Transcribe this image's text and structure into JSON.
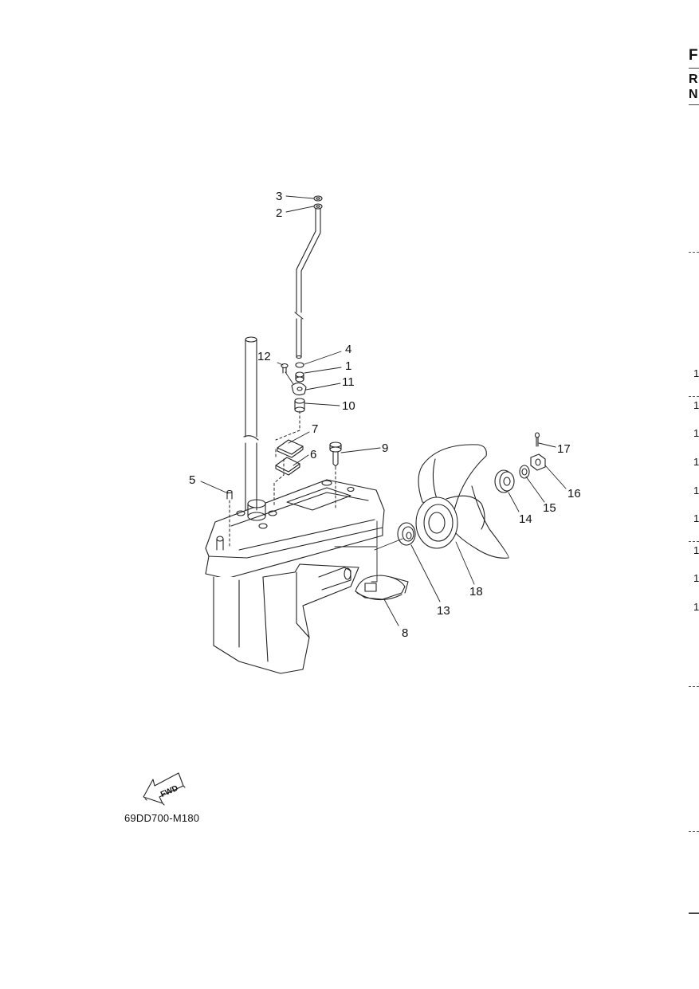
{
  "diagram": {
    "part_code": "69DD700-M180",
    "fwd_label": "FWD",
    "callouts": [
      {
        "id": "c3",
        "label": "3"
      },
      {
        "id": "c2",
        "label": "2"
      },
      {
        "id": "c4",
        "label": "4"
      },
      {
        "id": "c12",
        "label": "12"
      },
      {
        "id": "c1",
        "label": "1"
      },
      {
        "id": "c11",
        "label": "11"
      },
      {
        "id": "c10",
        "label": "10"
      },
      {
        "id": "c7",
        "label": "7"
      },
      {
        "id": "c6",
        "label": "6"
      },
      {
        "id": "c9",
        "label": "9"
      },
      {
        "id": "c5",
        "label": "5"
      },
      {
        "id": "c17",
        "label": "17"
      },
      {
        "id": "c16",
        "label": "16"
      },
      {
        "id": "c15",
        "label": "15"
      },
      {
        "id": "c14",
        "label": "14"
      },
      {
        "id": "c18",
        "label": "18"
      },
      {
        "id": "c13",
        "label": "13"
      },
      {
        "id": "c8",
        "label": "8"
      }
    ]
  },
  "margin": {
    "header_1": "F",
    "header_2": "R",
    "header_3": "N",
    "rows": [
      "1",
      "1",
      "1",
      "1",
      "1",
      "1",
      "1",
      "1",
      "1"
    ]
  }
}
